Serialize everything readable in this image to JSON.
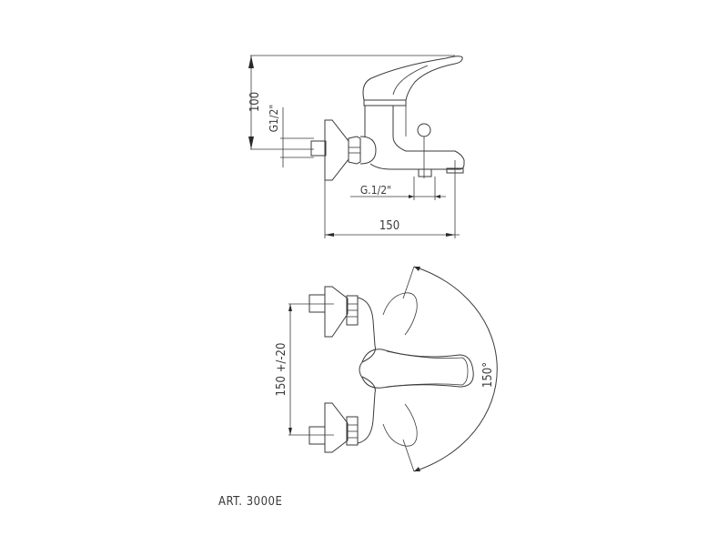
{
  "drawing": {
    "article_label": "ART. 3000E",
    "side_view": {
      "height_dimension": "100",
      "inlet_thread": "G1/2\"",
      "outlet_thread": "G.1/2\"",
      "width_dimension": "150"
    },
    "top_view": {
      "center_distance": "150 +/-20",
      "rotation_angle": "150°"
    },
    "colors": {
      "line": "#3a3a3a",
      "background": "#ffffff"
    }
  }
}
